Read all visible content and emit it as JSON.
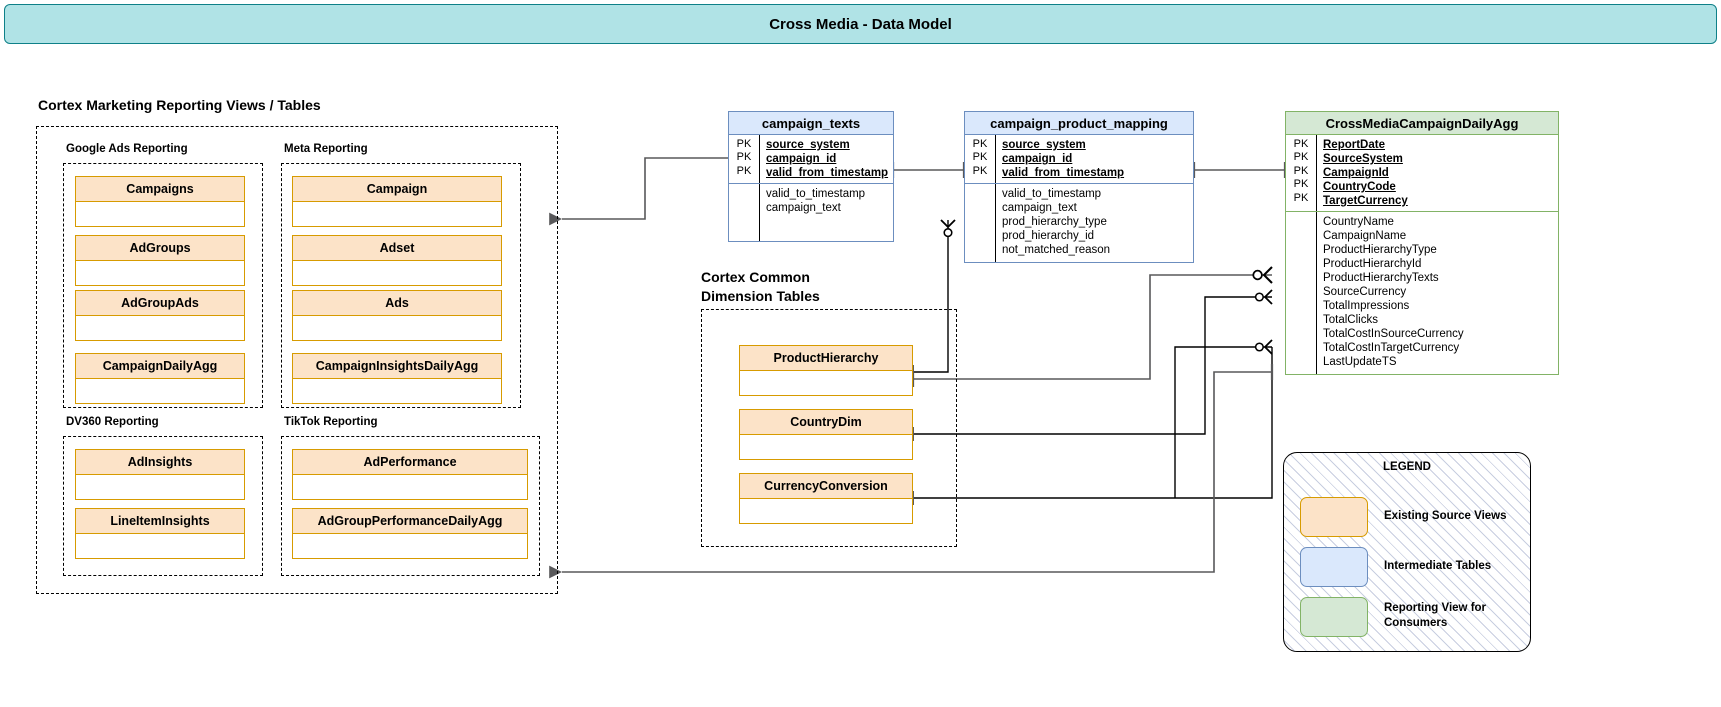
{
  "header": {
    "title": "Cross Media - Data Model"
  },
  "groups": {
    "reporting": {
      "title": "Cortex Marketing Reporting Views / Tables",
      "subgroups": [
        {
          "label": "Google Ads Reporting",
          "entities": [
            "Campaigns",
            "AdGroups",
            "AdGroupAds",
            "CampaignDailyAgg"
          ]
        },
        {
          "label": "Meta Reporting",
          "entities": [
            "Campaign",
            "Adset",
            "Ads",
            "CampaignInsightsDailyAgg"
          ]
        },
        {
          "label": "DV360 Reporting",
          "entities": [
            "AdInsights",
            "LineItemInsights"
          ]
        },
        {
          "label": "TikTok Reporting",
          "entities": [
            "AdPerformance",
            "AdGroupPerformanceDailyAgg"
          ]
        }
      ]
    },
    "dimensions": {
      "title": "Cortex Common\nDimension Tables",
      "entities": [
        "ProductHierarchy",
        "CountryDim",
        "CurrencyConversion"
      ]
    }
  },
  "tables": [
    {
      "name": "campaign_texts",
      "style": "blue",
      "key_labels": [
        "PK",
        "PK",
        "PK"
      ],
      "keys": [
        "source_system",
        "campaign_id",
        "valid_from_timestamp"
      ],
      "fields": [
        "valid_to_timestamp",
        "campaign_text"
      ]
    },
    {
      "name": "campaign_product_mapping",
      "style": "blue",
      "key_labels": [
        "PK",
        "PK",
        "PK"
      ],
      "keys": [
        "source_system",
        "campaign_id",
        "valid_from_timestamp"
      ],
      "fields": [
        "valid_to_timestamp",
        "campaign_text",
        "prod_hierarchy_type",
        "prod_hierarchy_id",
        "not_matched_reason"
      ]
    },
    {
      "name": "CrossMediaCampaignDailyAgg",
      "style": "green",
      "key_labels": [
        "PK",
        "PK",
        "PK",
        "PK",
        "PK"
      ],
      "keys": [
        "ReportDate",
        "SourceSystem",
        "CampaignId",
        "CountryCode",
        "TargetCurrency"
      ],
      "fields": [
        "CountryName",
        "CampaignName",
        "ProductHierarchyType",
        "ProductHierarchyId",
        "ProductHierarchyTexts",
        "SourceCurrency",
        "TotalImpressions",
        "TotalClicks",
        "TotalCostInSourceCurrency",
        "TotalCostInTargetCurrency",
        "LastUpdateTS"
      ]
    }
  ],
  "legend": {
    "title": "LEGEND",
    "items": [
      {
        "color": "#fce3c8",
        "label": "Existing Source Views"
      },
      {
        "color": "#dae8fc",
        "label": "Intermediate Tables"
      },
      {
        "color": "#d5e8d4",
        "label": "Reporting View for\nConsumers"
      }
    ]
  }
}
